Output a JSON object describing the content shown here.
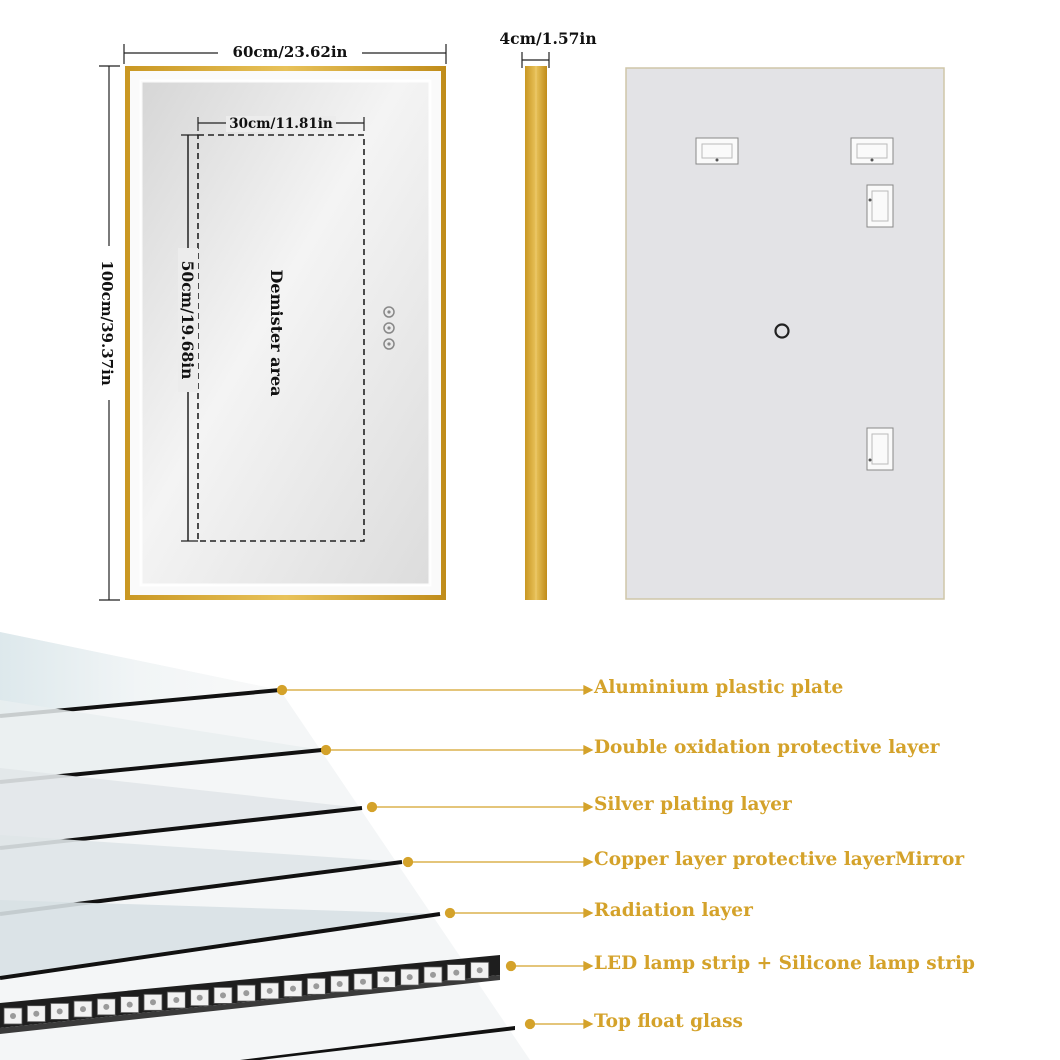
{
  "dimensions": {
    "width": "60cm/23.62in",
    "height": "100cm/39.37in",
    "depth": "4cm/1.57in",
    "demister_width": "30cm/11.81in",
    "demister_height": "50cm/19.68in",
    "demister_label": "Demister area"
  },
  "layers": [
    {
      "label": "Aluminium plastic plate"
    },
    {
      "label": "Double oxidation protective layer"
    },
    {
      "label": "Silver plating layer"
    },
    {
      "label": "Copper layer protective layerMirror"
    },
    {
      "label": "Radiation layer"
    },
    {
      "label": "LED lamp strip + Silicone lamp strip"
    },
    {
      "label": "Top float glass"
    }
  ],
  "colors": {
    "gold": "#d4a22a",
    "frame_gold": "#d9aa3c",
    "mirror": "#ededed",
    "back_panel": "#e3e3e6"
  },
  "icons": [
    "touch-button-icon",
    "power-button-icon",
    "bracket-icon"
  ]
}
